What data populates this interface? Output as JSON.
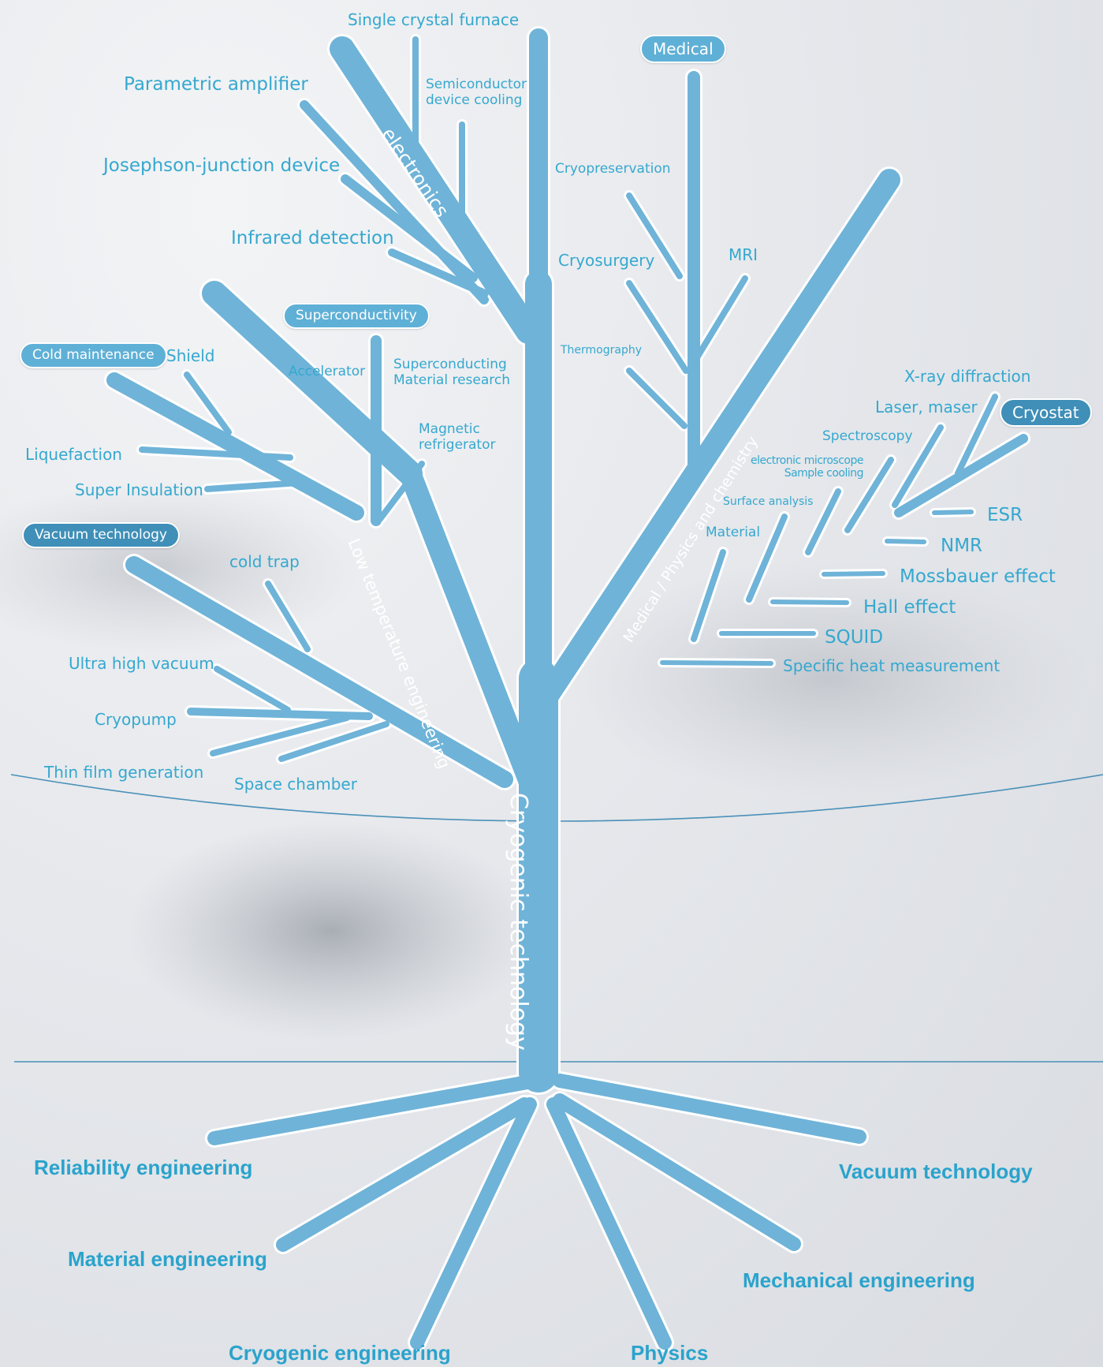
{
  "trunk_label": "Cryogenic technology",
  "branches": {
    "electronics": "electronics",
    "low_temp": "Low temperature engineering",
    "medical_physics": "Medical / Physics and chemistry"
  },
  "categories": {
    "medical": "Medical",
    "superconductivity": "Superconductivity",
    "cold_maintenance": "Cold maintenance",
    "vacuum_technology": "Vacuum technology",
    "cryostat": "Cryostat"
  },
  "labels": {
    "single_crystal_furnace": "Single crystal furnace",
    "parametric_amplifier": "Parametric amplifier",
    "semiconductor_cooling": "Semiconductor device cooling",
    "josephson": "Josephson-junction device",
    "infrared": "Infrared detection",
    "cryopreservation": "Cryopreservation",
    "cryosurgery": "Cryosurgery",
    "mri": "MRI",
    "thermography": "Thermography",
    "shield": "Shield",
    "accelerator": "Accelerator",
    "sc_material_research": "Superconducting Material research",
    "magnetic_refrigerator": "Magnetic refrigerator",
    "liquefaction": "Liquefaction",
    "super_insulation": "Super Insulation",
    "cold_trap": "cold trap",
    "ultra_high_vacuum": "Ultra high vacuum",
    "cryopump": "Cryopump",
    "thin_film": "Thin film generation",
    "space_chamber": "Space chamber",
    "xray": "X-ray diffraction",
    "laser": "Laser, maser",
    "spectroscopy": "Spectroscopy",
    "em_sample_cooling": "electronic microscope Sample cooling",
    "surface_analysis": "Surface analysis",
    "material": "Material",
    "esr": "ESR",
    "nmr": "NMR",
    "mossbauer": "Mossbauer effect",
    "hall": "Hall effect",
    "squid": "SQUID",
    "specific_heat": "Specific heat measurement"
  },
  "roots": {
    "reliability": "Reliability engineering",
    "vacuum": "Vacuum technology",
    "material": "Material engineering",
    "mechanical": "Mechanical engineering",
    "cryogenic": "Cryogenic engineering",
    "physics": "Physics"
  },
  "colors": {
    "branch": "#6fb3d8",
    "text": "#35a8cf",
    "root_text": "#2aa3cc",
    "pill_bg": "#5fb0d6",
    "outline": "#ffffff",
    "guide_line": "#4a90b8"
  }
}
